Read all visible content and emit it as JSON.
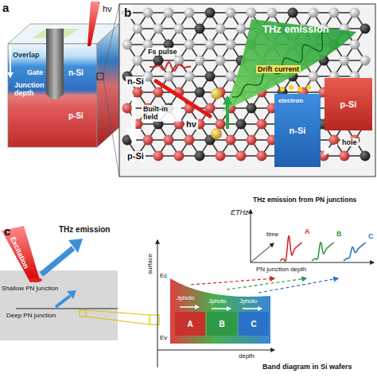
{
  "diagram": {
    "nodes": [
      {
        "text": [
          "n-Si"
        ]
      },
      {
        "text": [
          "p-Si"
        ]
      },
      {
        "text": [
          "A"
        ]
      },
      {
        "text": [
          "B"
        ]
      },
      {
        "text": [
          "C"
        ]
      }
    ],
    "labels": [
      "a",
      "hν",
      "Overlap",
      "Junction depth",
      "Gate",
      "n-Si",
      "p-Si",
      "b",
      "Fs pulse",
      "n-Si",
      "Built-in field",
      "p-Si",
      "hν",
      "THz emission",
      "Drift current",
      "electron",
      "hole",
      "c",
      "Excitation",
      "THz emission",
      "Shallow PN junction",
      "Deep PN junction",
      "THz emission from PN junctions",
      "ETHz",
      "time",
      "A",
      "B",
      "C",
      "PN junction depth",
      "surface",
      "Jphoto",
      "Jphoto",
      "Jphoto",
      "Ec",
      "Ev",
      "depth",
      "Band diagram in Si wafers"
    ]
  }
}
